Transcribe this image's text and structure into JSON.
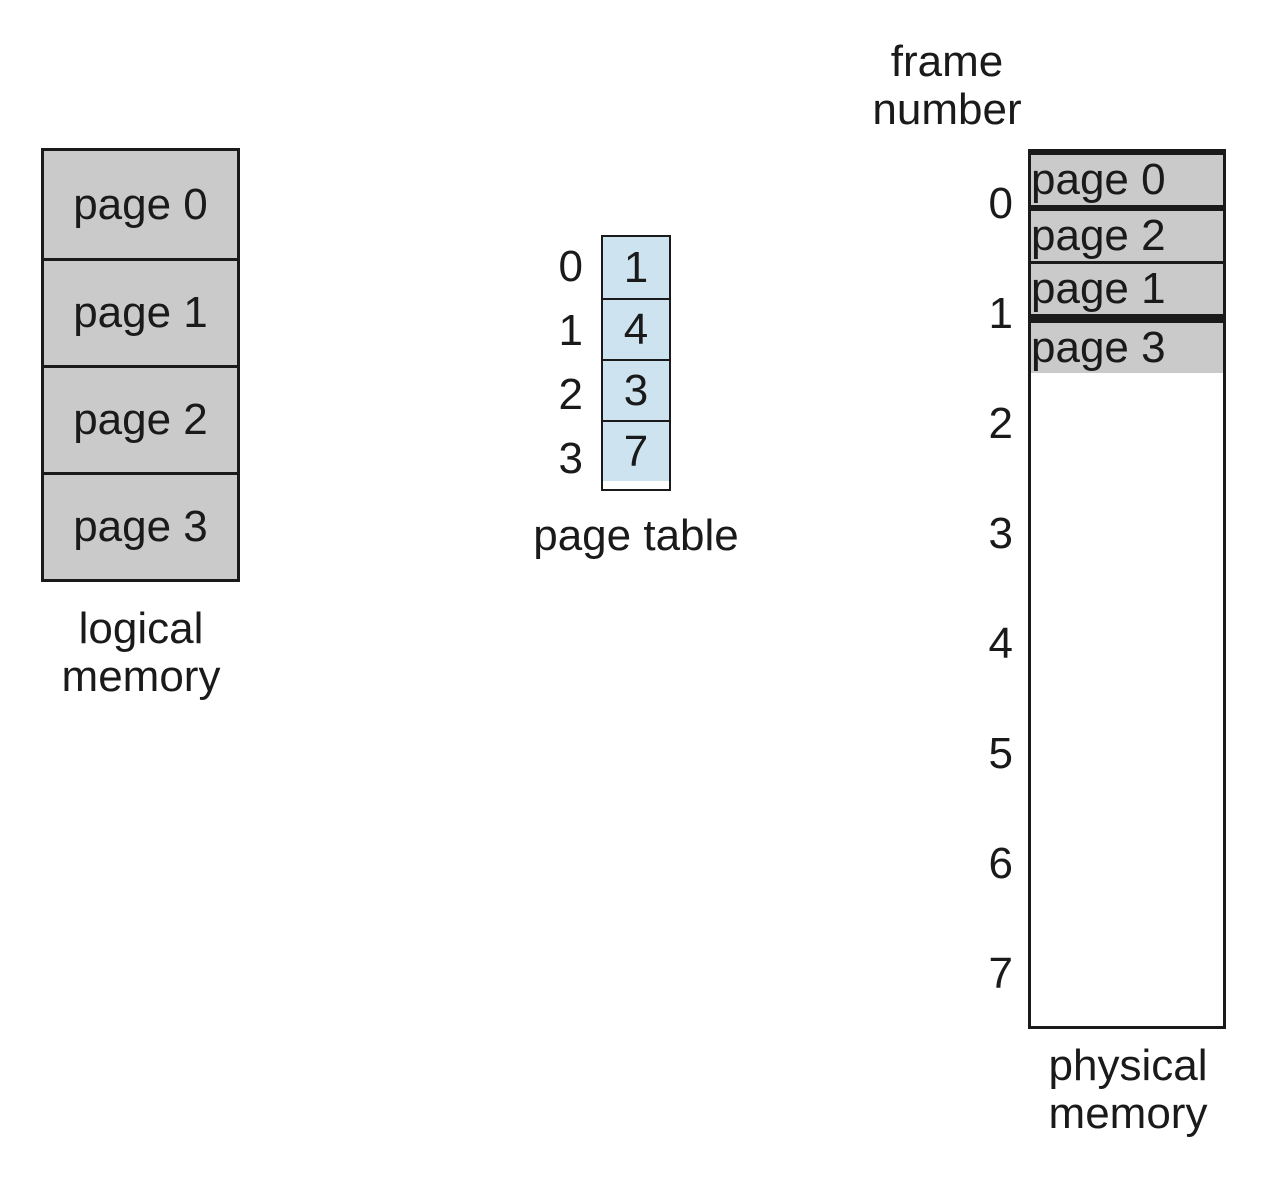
{
  "diagram": {
    "colors": {
      "page_fill": "#cacaca",
      "table_fill": "#cde3ef",
      "border": "#1a1a1a"
    },
    "logical_memory": {
      "pages": [
        "page 0",
        "page 1",
        "page 2",
        "page 3"
      ],
      "caption_line1": "logical",
      "caption_line2": "memory"
    },
    "page_table": {
      "caption": "page table",
      "entries": [
        {
          "index": "0",
          "value": "1"
        },
        {
          "index": "1",
          "value": "4"
        },
        {
          "index": "2",
          "value": "3"
        },
        {
          "index": "3",
          "value": "7"
        }
      ]
    },
    "physical_memory": {
      "header_line1": "frame",
      "header_line2": "number",
      "caption_line1": "physical",
      "caption_line2": "memory",
      "frames": [
        {
          "number": "0",
          "content": ""
        },
        {
          "number": "1",
          "content": "page 0"
        },
        {
          "number": "2",
          "content": ""
        },
        {
          "number": "3",
          "content": "page 2"
        },
        {
          "number": "4",
          "content": "page 1"
        },
        {
          "number": "5",
          "content": ""
        },
        {
          "number": "6",
          "content": ""
        },
        {
          "number": "7",
          "content": "page 3"
        }
      ]
    }
  }
}
